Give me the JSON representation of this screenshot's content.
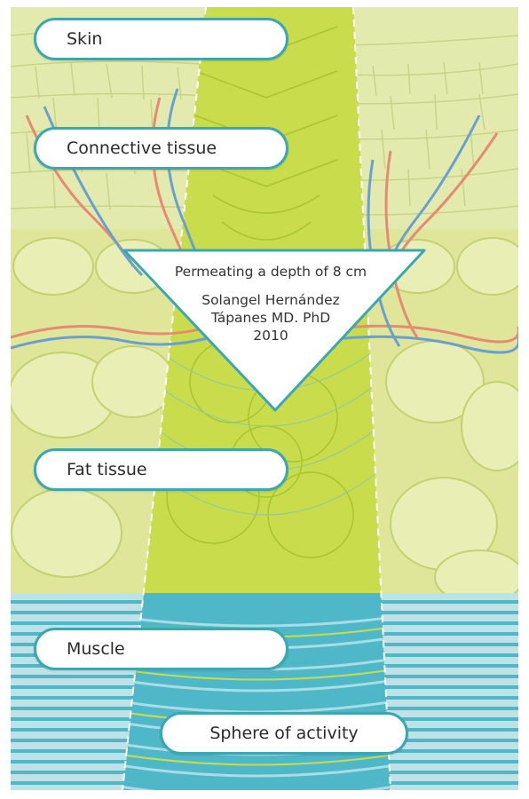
{
  "labels": {
    "skin": "Skin",
    "connective": "Connective tissue",
    "fat": "Fat tissue",
    "muscle": "Muscle",
    "sphere": "Sphere of activity"
  },
  "callout": {
    "depth": "Permeating a depth of 8 cm",
    "author_line1": "Solangel Hernández",
    "author_line2": "Tápanes MD. PhD",
    "year": "2010"
  },
  "colors": {
    "skin": "#e3eaae",
    "skin_cells": "#cdd988",
    "fat": "#dfe69a",
    "fat_cells": "#c9d774",
    "center_column": "#c8dc4c",
    "muscle": "#4fb8c8",
    "muscle_light": "#bfe2e7",
    "border": "#3aa8b2",
    "vessel_red": "#e78a73",
    "vessel_blue": "#6aa0cf"
  }
}
